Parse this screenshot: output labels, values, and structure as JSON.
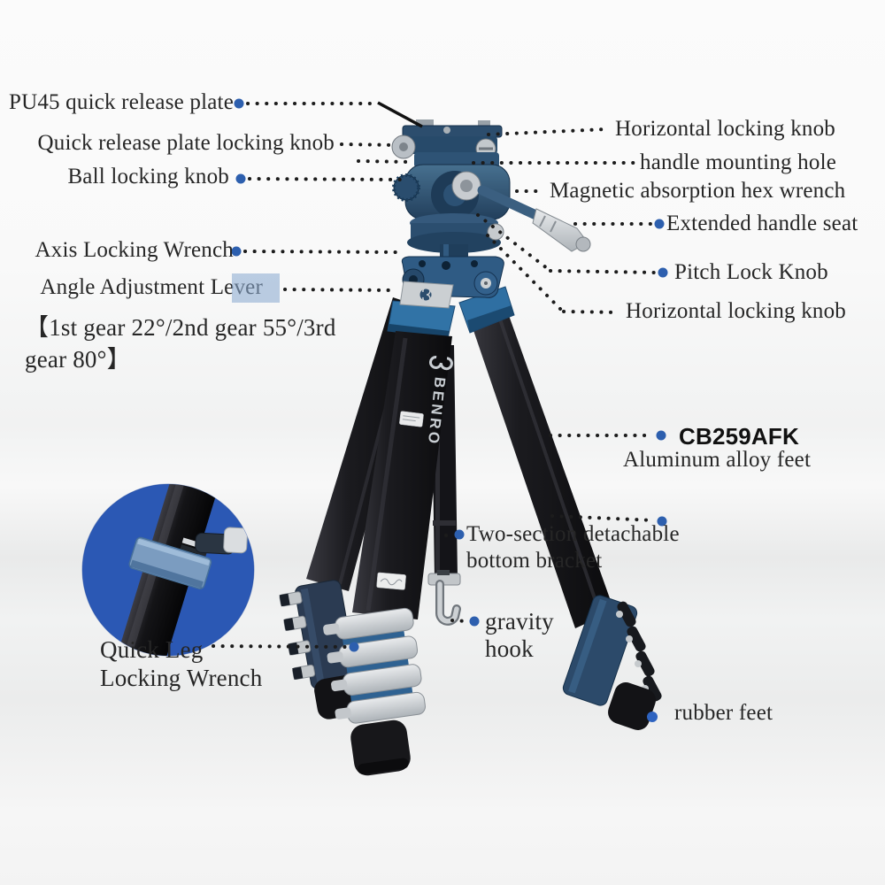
{
  "labels": {
    "pu45": "PU45 quick release plate",
    "qr_lock": "Quick release plate locking knob",
    "ball_lock": "Ball locking knob",
    "axis_wrench": "Axis Locking Wrench",
    "angle_lever": "Angle Adjustment Lever",
    "gear_note_line1": "【1st gear 22°/2nd gear 55°/3rd",
    "gear_note_line2": "gear 80°】",
    "h_lock_top": "Horizontal locking knob",
    "handle_hole": "handle mounting hole",
    "hex_wrench": "Magnetic absorption hex wrench",
    "handle_seat": "Extended handle seat",
    "pitch_lock": "Pitch Lock Knob",
    "h_lock_mid": "Horizontal locking knob",
    "model": "CB259AFK",
    "alum_feet": "Aluminum alloy feet",
    "two_section_line1": "Two-section detachable",
    "two_section_line2": "bottom bracket",
    "gravity_line1": "gravity",
    "gravity_line2": "hook",
    "quick_leg_line1": "Quick Leg",
    "quick_leg_line2": "Locking Wrench",
    "rubber_feet": "rubber feet"
  },
  "brand": {
    "leg_logo": "BENRO"
  },
  "colors": {
    "accent_dot": "#2d5fae",
    "inset_circle": "#2b58b4",
    "head_blue": "#30567a",
    "collar_blue": "#2f6fa2",
    "leg_black": "#17171a",
    "highlight_box": "#8baad1"
  }
}
